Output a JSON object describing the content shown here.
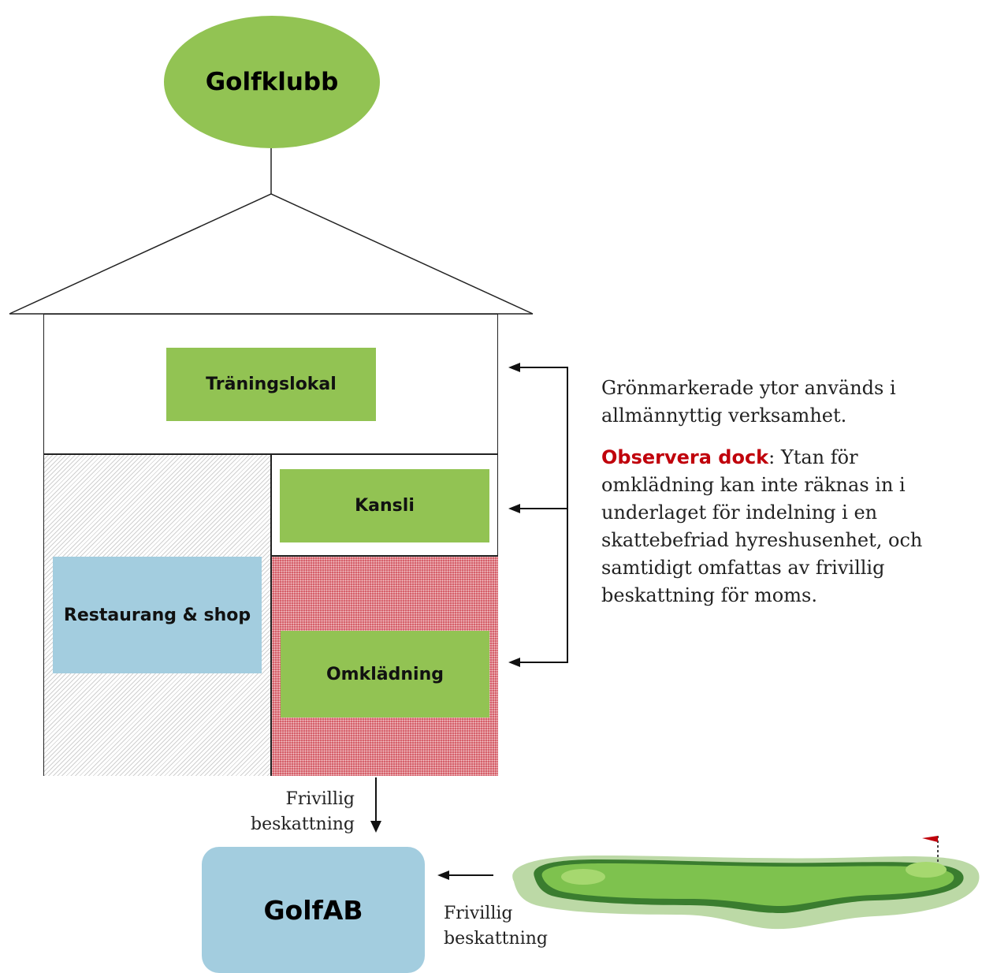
{
  "top_node": {
    "label": "Golfklubb"
  },
  "rooms": {
    "traningslokal": "Träningslokal",
    "kansli": "Kansli",
    "restaurang": "Restaurang & shop",
    "omkladning": "Omklädning"
  },
  "bottom_node": {
    "label": "GolfAB"
  },
  "arrow_labels": {
    "down_line1": "Frivillig",
    "down_line2": "beskattning",
    "left_line1": "Frivillig",
    "left_line2": "beskattning"
  },
  "note": {
    "paragraph1": "Grönmarkerade ytor används i allmännyttig verksamhet.",
    "emphasis": "Observera dock",
    "paragraph2_rest": ": Ytan för omklädning kan inte räknas in i underlaget för indelning i en skattebefriad hyreshusenhet, och samtidigt omfattas av frivillig beskattning för moms."
  },
  "colors": {
    "green": "#92c353",
    "blue": "#a3cddf",
    "red_pattern": "#d5606a",
    "emphasis_red": "#c0000b"
  }
}
